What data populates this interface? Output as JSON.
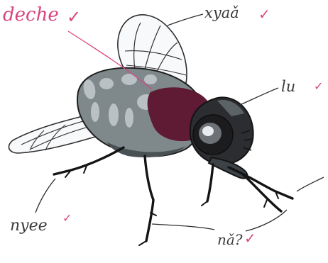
{
  "labels": {
    "deche": "deche",
    "xyaa": "xyaǎ",
    "lu": "lu",
    "nyee": "nyee",
    "na": "nǎ?"
  },
  "check_mark": "✓",
  "colors": {
    "ink": "#3a3a3a",
    "teacher_pink": "#d9457f",
    "body_grey": "#7f898c",
    "body_dark": "#4a5154",
    "abdomen_maroon": "#5e1b33",
    "eye_black": "#1c1c1f",
    "wing_fill": "#f7f9fb"
  }
}
